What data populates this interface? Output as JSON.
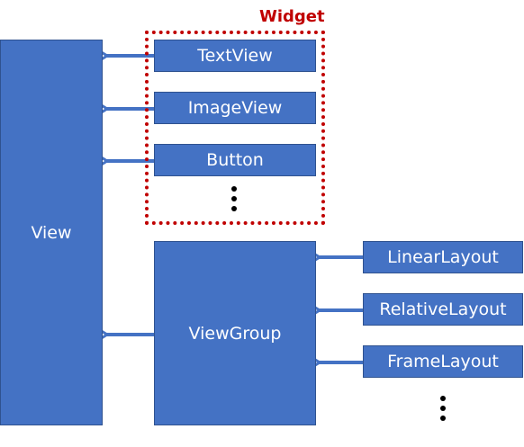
{
  "diagram": {
    "group_label": "Widget",
    "nodes": {
      "view": "View",
      "textview": "TextView",
      "imageview": "ImageView",
      "button": "Button",
      "viewgroup": "ViewGroup",
      "linearlayout": "LinearLayout",
      "relativelayout": "RelativeLayout",
      "framelayout": "FrameLayout"
    },
    "edges": [
      {
        "from": "textview",
        "to": "view"
      },
      {
        "from": "imageview",
        "to": "view"
      },
      {
        "from": "button",
        "to": "view"
      },
      {
        "from": "viewgroup",
        "to": "view"
      },
      {
        "from": "linearlayout",
        "to": "viewgroup"
      },
      {
        "from": "relativelayout",
        "to": "viewgroup"
      },
      {
        "from": "framelayout",
        "to": "viewgroup"
      }
    ],
    "colors": {
      "box_fill": "#4472c4",
      "box_border": "#2f528f",
      "arrow": "#4472c4",
      "group_border": "#c00000",
      "group_label": "#c00000"
    }
  }
}
